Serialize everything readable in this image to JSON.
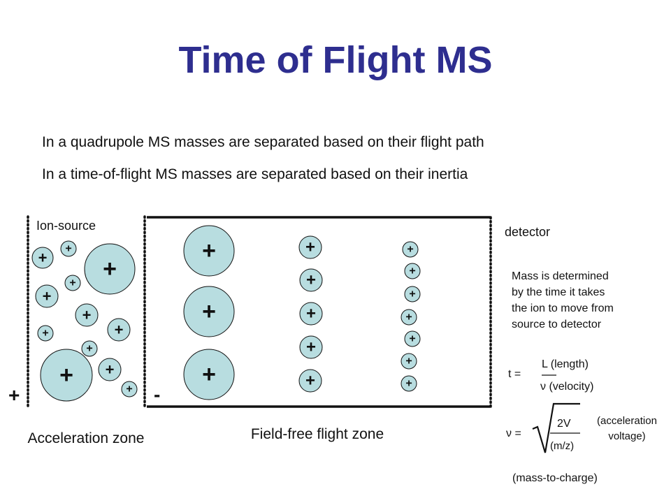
{
  "title": "Time of Flight MS",
  "bullets": [
    "In a quadrupole MS masses are separated based on their flight path",
    "In a time-of-flight MS masses are separated based on their inertia"
  ],
  "diagram": {
    "ion_source_label": "Ion-source",
    "detector_label": "detector",
    "plus_electrode": "+",
    "minus_electrode": "-",
    "acceleration_zone_label": "Acceleration zone",
    "field_free_label": "Field-free flight zone",
    "ion_symbol": "+",
    "colors": {
      "ion_fill": "#b8dde0",
      "title": "#2e2e8f",
      "line": "#111111"
    }
  },
  "formula": {
    "mass_note": "Mass is determined by the time it takes the ion to move from source to detector",
    "t_label": "t =",
    "t_numerator": "L (length)",
    "t_denominator": "ν (velocity)",
    "v_label": "ν =",
    "v_numerator": "2V",
    "v_denominator": "(m/z)",
    "accel_voltage": "(acceleration voltage)",
    "mass_to_charge": "(mass-to-charge)"
  }
}
